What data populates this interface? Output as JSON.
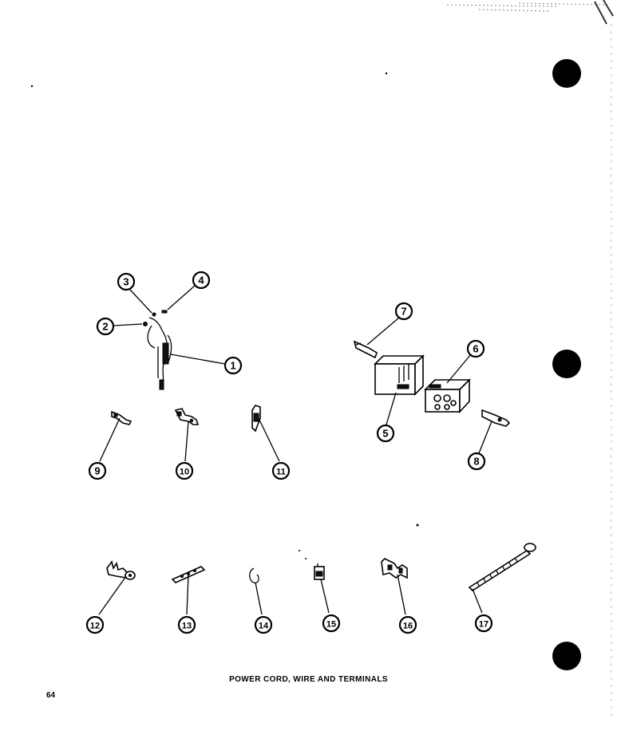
{
  "caption": "POWER CORD, WIRE AND TERMINALS",
  "page_number": "64",
  "callouts": [
    "1",
    "2",
    "3",
    "4",
    "5",
    "6",
    "7",
    "8",
    "9",
    "10",
    "11",
    "12",
    "13",
    "14",
    "15",
    "16",
    "17"
  ]
}
